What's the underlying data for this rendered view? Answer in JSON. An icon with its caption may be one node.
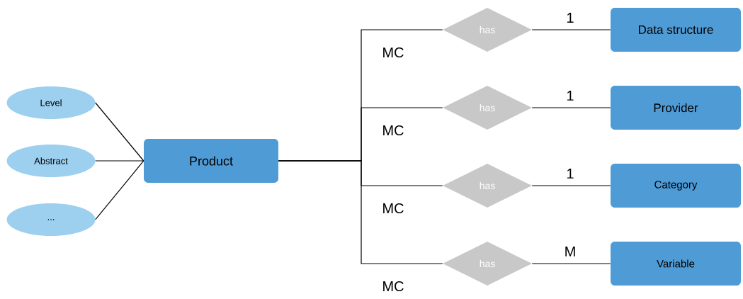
{
  "diagram": {
    "nodes": [
      {
        "text": [
          "Level"
        ]
      },
      {
        "text": [
          "Abstract"
        ]
      },
      {
        "text": [
          "..."
        ]
      },
      {
        "text": [
          "Product"
        ]
      },
      {
        "text": [
          "has"
        ]
      },
      {
        "text": [
          "has"
        ]
      },
      {
        "text": [
          "has"
        ]
      },
      {
        "text": [
          "has"
        ]
      },
      {
        "text": [
          "Data structure"
        ]
      },
      {
        "text": [
          "Provider"
        ]
      },
      {
        "text": [
          "Category"
        ]
      },
      {
        "text": [
          "Variable"
        ]
      }
    ],
    "edges": [
      {
        "from": 0,
        "to": 3,
        "arrow": "none"
      },
      {
        "from": 1,
        "to": 3,
        "arrow": "none"
      },
      {
        "from": 2,
        "to": 3,
        "arrow": "none"
      },
      {
        "from": 3,
        "to": 4,
        "arrow": "none",
        "label": "MC"
      },
      {
        "from": 3,
        "to": 5,
        "arrow": "none",
        "label": "MC"
      },
      {
        "from": 3,
        "to": 6,
        "arrow": "none",
        "label": "MC"
      },
      {
        "from": 3,
        "to": 7,
        "arrow": "none",
        "label": "MC"
      },
      {
        "from": 4,
        "to": 8,
        "arrow": "none",
        "label": "1"
      },
      {
        "from": 5,
        "to": 9,
        "arrow": "none",
        "label": "1"
      },
      {
        "from": 6,
        "to": 10,
        "arrow": "none",
        "label": "1"
      },
      {
        "from": 7,
        "to": 11,
        "arrow": "none",
        "label": "M"
      }
    ]
  }
}
